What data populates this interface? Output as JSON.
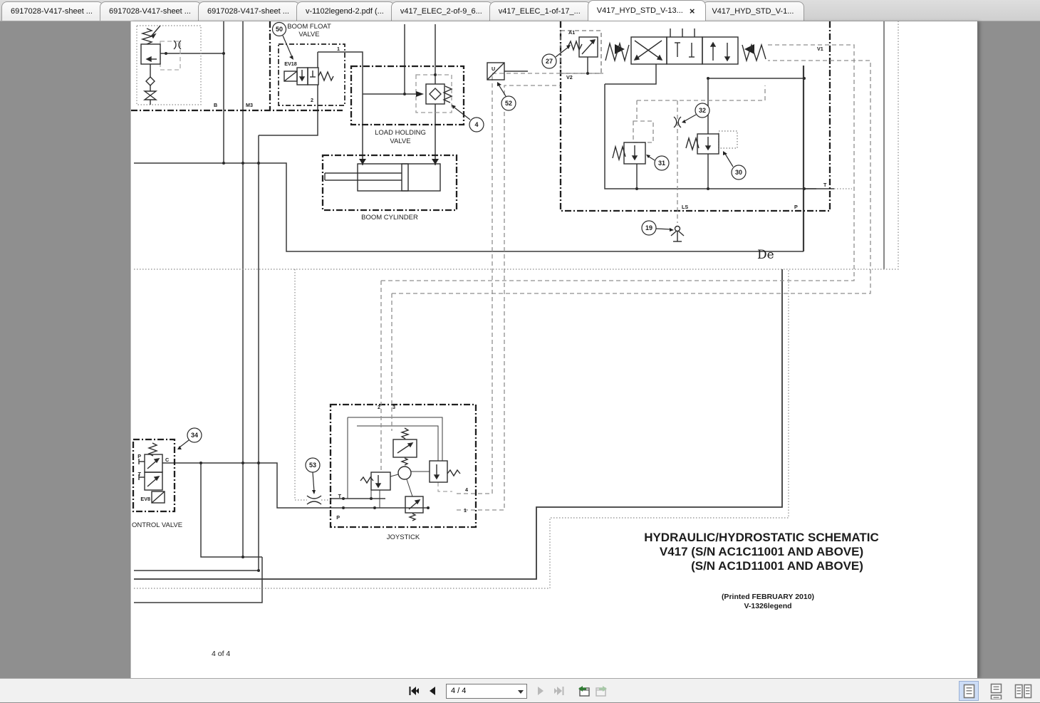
{
  "window": {
    "tabs": [
      {
        "label": "6917028-V417-sheet ..."
      },
      {
        "label": "6917028-V417-sheet ..."
      },
      {
        "label": "6917028-V417-sheet ..."
      },
      {
        "label": "v-1102legend-2.pdf (..."
      },
      {
        "label": "v417_ELEC_2-of-9_6..."
      },
      {
        "label": "v417_ELEC_1-of-17_..."
      },
      {
        "label": "V417_HYD_STD_V-13...",
        "active": true
      },
      {
        "label": "V417_HYD_STD_V-1..."
      }
    ],
    "close_glyph": "×"
  },
  "viewer": {
    "page_label": "4 of 4",
    "watermark": "De"
  },
  "schematic": {
    "title": {
      "line1": "HYDRAULIC/HYDROSTATIC SCHEMATIC",
      "line2": "V417 (S/N AC1C11001 AND ABOVE)",
      "line3": "(S/N AC1D11001 AND ABOVE)",
      "printed": "(Printed FEBRUARY 2010)",
      "legend": "V-1326legend"
    },
    "components": {
      "boom_float_line1": "BOOM FLOAT",
      "boom_float_line2": "VALVE",
      "load_holding_line1": "LOAD HOLDING",
      "load_holding_line2": "VALVE",
      "boom_cylinder": "BOOM CYLINDER",
      "control_valve": "ONTROL VALVE",
      "joystick": "JOYSTICK"
    },
    "callouts": {
      "c50": "50",
      "c27": "27",
      "c52": "52",
      "c4": "4",
      "c32": "32",
      "c31": "31",
      "c30": "30",
      "c19": "19",
      "c34": "34",
      "c53": "53"
    },
    "ports": {
      "b": "B",
      "m3": "M3",
      "ev18": "EV18",
      "bf_1": "1",
      "bf_2": "2",
      "a1": "A1",
      "v1": "V1",
      "v2": "V2",
      "ls": "LS",
      "p": "P",
      "t": "T",
      "sensor_u": "U",
      "cv_p": "P",
      "cv_c": "C",
      "cv_t": "T",
      "ev8": "EV8",
      "js_2": "2",
      "js_3": "3",
      "js_4": "4",
      "js_1": "1",
      "js_t": "T",
      "js_p": "P"
    }
  },
  "toolbar": {
    "page_field": "4 / 4"
  },
  "colors": {
    "accent_selected": "#cdddf7",
    "nav_enabled": "#1a1a1a",
    "nav_disabled": "#b9b9b9",
    "view_arrow_green": "#2e7d32",
    "viewer_bg": "#8f8f8f",
    "chrome_bg": "#f1f1f1",
    "line": "#3a3a3a"
  }
}
